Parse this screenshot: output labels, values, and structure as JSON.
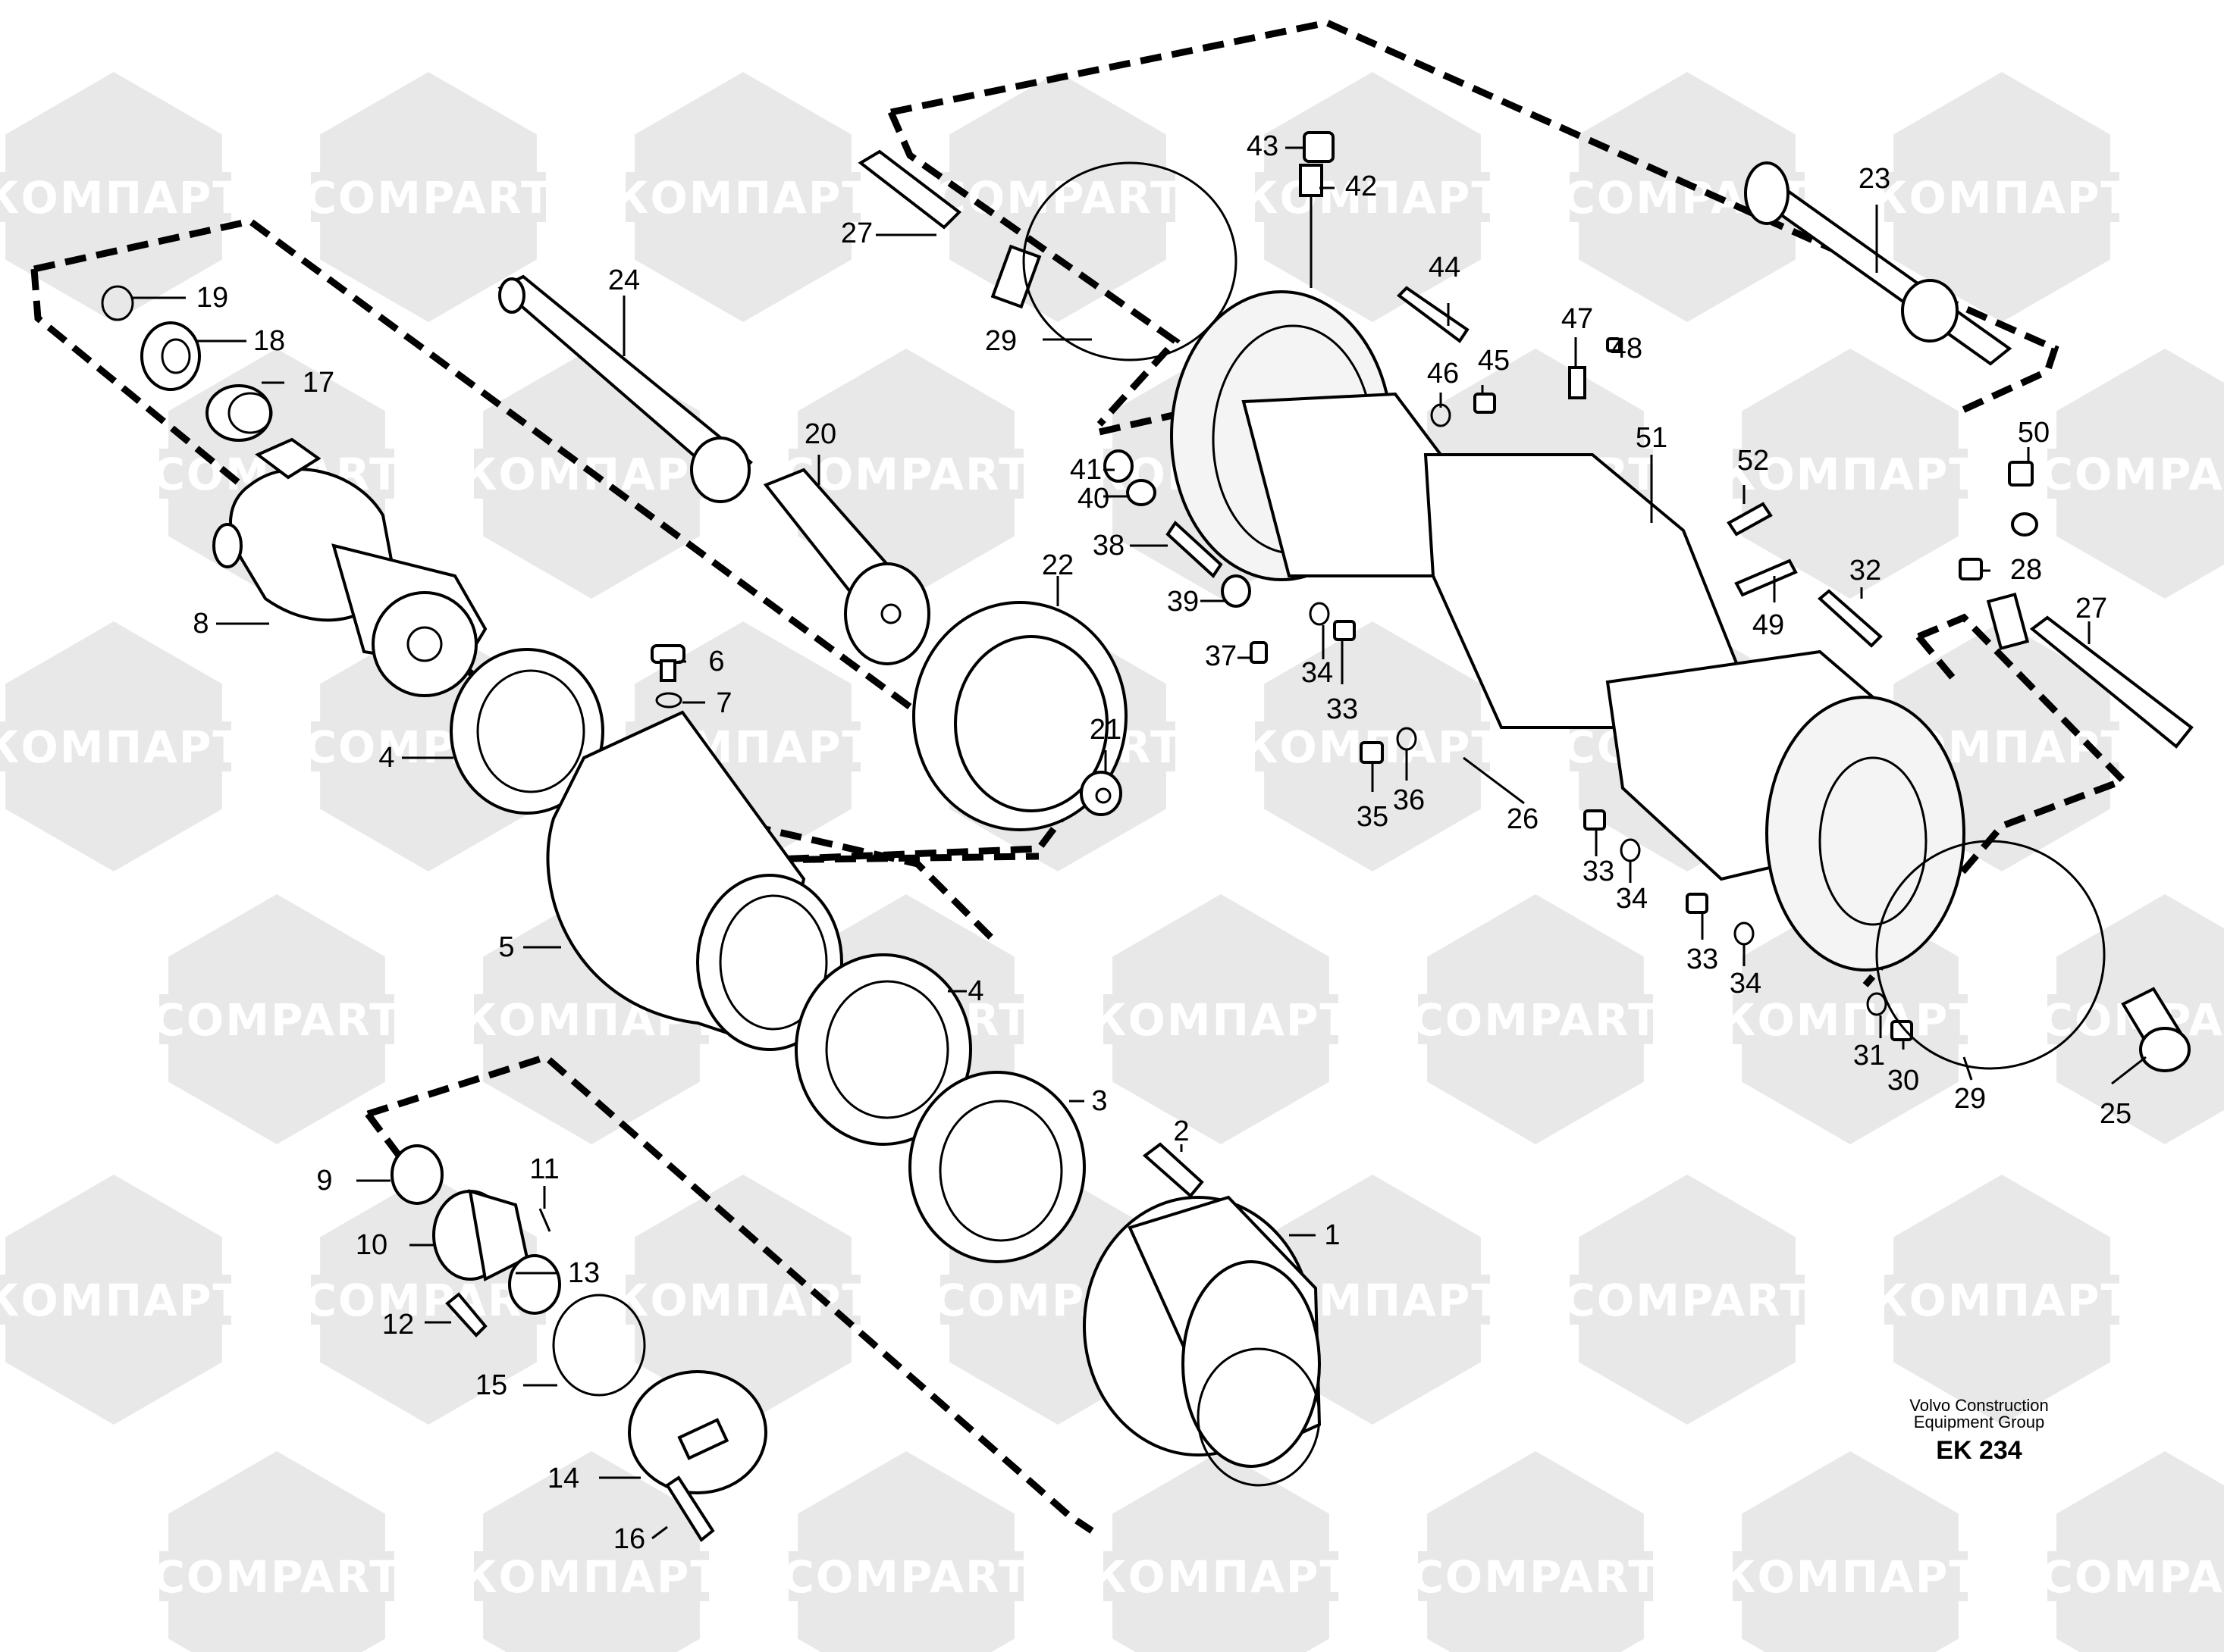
{
  "watermark": {
    "texts": [
      "КОМПАРТ",
      "COMPART"
    ]
  },
  "credit": {
    "line1": "Volvo Construction",
    "line2": "Equipment Group",
    "code": "EK 234"
  },
  "callouts": [
    {
      "id": "c43",
      "label": "43"
    },
    {
      "id": "c42",
      "label": "42"
    },
    {
      "id": "c27a",
      "label": "27"
    },
    {
      "id": "c29a",
      "label": "29"
    },
    {
      "id": "c44",
      "label": "44"
    },
    {
      "id": "c45",
      "label": "45"
    },
    {
      "id": "c46",
      "label": "46"
    },
    {
      "id": "c47",
      "label": "47"
    },
    {
      "id": "c48",
      "label": "48"
    },
    {
      "id": "c23",
      "label": "23"
    },
    {
      "id": "c19",
      "label": "19"
    },
    {
      "id": "c18",
      "label": "18"
    },
    {
      "id": "c17",
      "label": "17"
    },
    {
      "id": "c24",
      "label": "24"
    },
    {
      "id": "c20",
      "label": "20"
    },
    {
      "id": "c41",
      "label": "41"
    },
    {
      "id": "c40",
      "label": "40"
    },
    {
      "id": "c51",
      "label": "51"
    },
    {
      "id": "c52",
      "label": "52"
    },
    {
      "id": "c50",
      "label": "50"
    },
    {
      "id": "c38",
      "label": "38"
    },
    {
      "id": "c39",
      "label": "39"
    },
    {
      "id": "c8",
      "label": "8"
    },
    {
      "id": "c22",
      "label": "22"
    },
    {
      "id": "c37",
      "label": "37"
    },
    {
      "id": "c34a",
      "label": "34"
    },
    {
      "id": "c33a",
      "label": "33"
    },
    {
      "id": "c49",
      "label": "49"
    },
    {
      "id": "c32",
      "label": "32"
    },
    {
      "id": "c28",
      "label": "28"
    },
    {
      "id": "c27b",
      "label": "27"
    },
    {
      "id": "c6",
      "label": "6"
    },
    {
      "id": "c7",
      "label": "7"
    },
    {
      "id": "c4a",
      "label": "4"
    },
    {
      "id": "c21",
      "label": "21"
    },
    {
      "id": "c35",
      "label": "35"
    },
    {
      "id": "c36",
      "label": "36"
    },
    {
      "id": "c26",
      "label": "26"
    },
    {
      "id": "c33b",
      "label": "33"
    },
    {
      "id": "c34b",
      "label": "34"
    },
    {
      "id": "c33c",
      "label": "33"
    },
    {
      "id": "c34c",
      "label": "34"
    },
    {
      "id": "c5",
      "label": "5"
    },
    {
      "id": "c4b",
      "label": "4"
    },
    {
      "id": "c31",
      "label": "31"
    },
    {
      "id": "c30",
      "label": "30"
    },
    {
      "id": "c29b",
      "label": "29"
    },
    {
      "id": "c25",
      "label": "25"
    },
    {
      "id": "c3",
      "label": "3"
    },
    {
      "id": "c2",
      "label": "2"
    },
    {
      "id": "c9",
      "label": "9"
    },
    {
      "id": "c11",
      "label": "11"
    },
    {
      "id": "c10",
      "label": "10"
    },
    {
      "id": "c1",
      "label": "1"
    },
    {
      "id": "c13",
      "label": "13"
    },
    {
      "id": "c12",
      "label": "12"
    },
    {
      "id": "c15",
      "label": "15"
    },
    {
      "id": "c14",
      "label": "14"
    },
    {
      "id": "c16",
      "label": "16"
    }
  ]
}
